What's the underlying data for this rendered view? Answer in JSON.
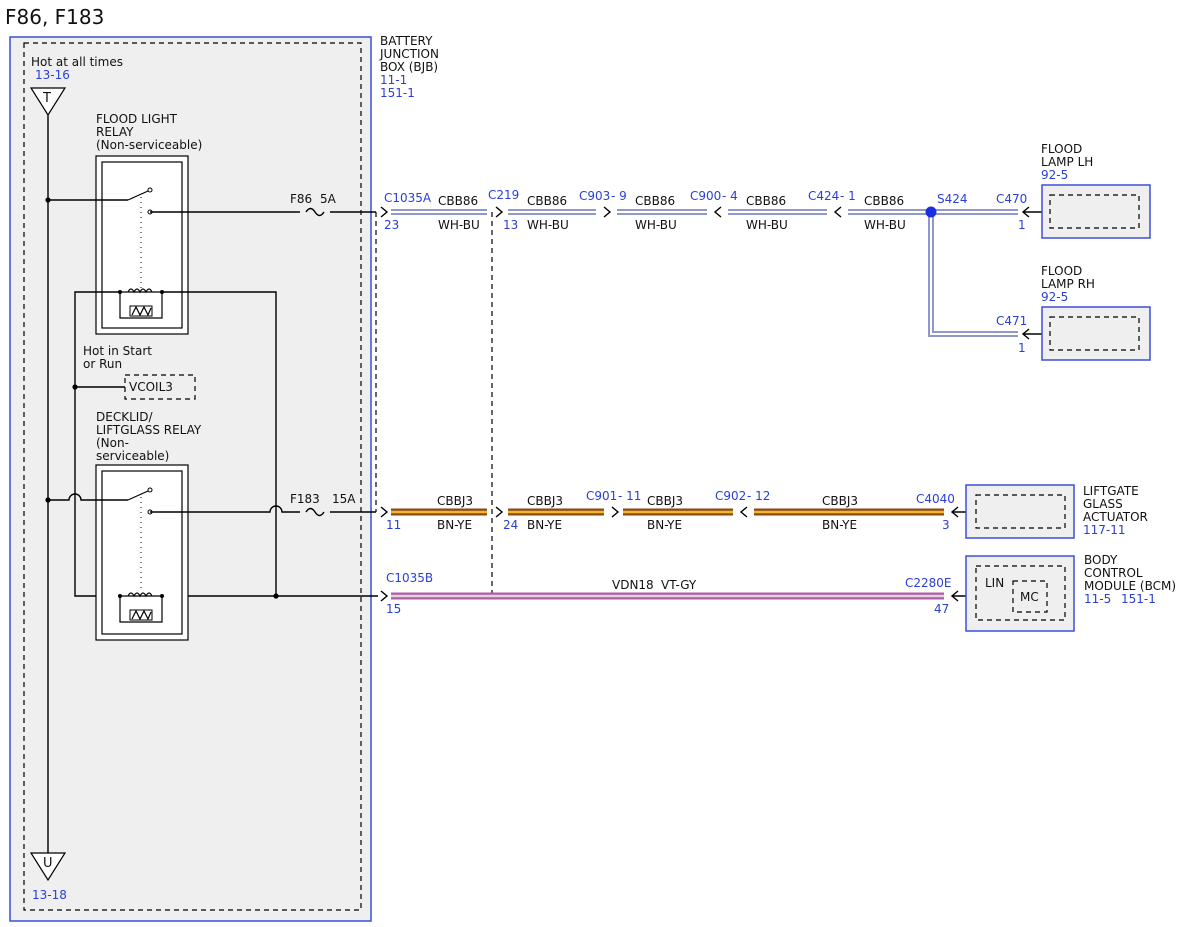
{
  "title": "F86, F183",
  "colors": {
    "blue": "#2a3fd6",
    "wire_wh_bu_base": "#8f98c8",
    "wire_wh_bu_center": "#ffffff",
    "wire_bn_ye_base": "#8a4a12",
    "wire_bn_ye_center": "#f2b630",
    "wire_vt_gy_base": "#b25aa8",
    "wire_vt_gy_center": "#d8d8d8",
    "box_fill": "#efefef"
  },
  "bjb": {
    "label_lines": [
      "BATTERY",
      "JUNCTION",
      "BOX (BJB)"
    ],
    "refs": [
      "11-1",
      "151-1"
    ]
  },
  "power": {
    "hot_label": "Hot at all times",
    "hot_ref": "13-16",
    "tri_top": "T",
    "tri_bottom": "U",
    "bottom_ref": "13-18",
    "run_label_lines": [
      "Hot in Start",
      "or Run"
    ],
    "vcoil": "VCOIL3"
  },
  "relays": {
    "flood_label_lines": [
      "FLOOD LIGHT",
      "RELAY",
      "(Non-serviceable)"
    ],
    "decklid_label_lines": [
      "DECKLID/",
      "LIFTGLASS RELAY",
      "(Non-",
      "serviceable)"
    ]
  },
  "fuses": {
    "f86_name": "F86",
    "f86_rating": "5A",
    "f183_name": "F183",
    "f183_rating": "15A"
  },
  "circuit1": {
    "c1035a": "C1035A",
    "c1035a_pin": "23",
    "c219": "C219",
    "c219_pin": "13",
    "c903": "C903",
    "c903_pin": "- 9",
    "c900": "C900",
    "c900_pin": "- 4",
    "c424": "C424",
    "c424_pin": "- 1",
    "splice": "S424",
    "c470": "C470",
    "c470_pin": "1",
    "c471": "C471",
    "c471_pin": "1",
    "wire_code": "CBB86",
    "wire_color": "WH-BU"
  },
  "circuit2": {
    "pin_c1035a": "11",
    "pin_c219": "24",
    "c901": "C901",
    "c901_pin": "- 11",
    "c902": "C902",
    "c902_pin": "- 12",
    "c4040": "C4040",
    "c4040_pin": "3",
    "wire_code": "CBBJ3",
    "wire_color": "BN-YE"
  },
  "circuit3": {
    "c1035b": "C1035B",
    "c1035b_pin": "15",
    "c2280e": "C2280E",
    "c2280e_pin": "47",
    "wire_code": "VDN18",
    "wire_color": "VT-GY"
  },
  "components": {
    "flood_lh_lines": [
      "FLOOD",
      "LAMP LH"
    ],
    "flood_lh_ref": "92-5",
    "flood_rh_lines": [
      "FLOOD",
      "LAMP RH"
    ],
    "flood_rh_ref": "92-5",
    "liftgate_lines": [
      "LIFTGATE",
      "GLASS",
      "ACTUATOR"
    ],
    "liftgate_ref": "117-11",
    "bcm_lines": [
      "BODY",
      "CONTROL",
      "MODULE (BCM)"
    ],
    "bcm_refs": [
      "11-5",
      "151-1"
    ],
    "bcm_lin": "LIN",
    "bcm_mc": "MC"
  }
}
